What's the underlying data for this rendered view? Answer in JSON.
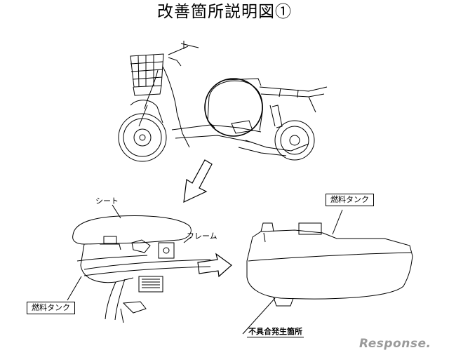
{
  "title": "改善箇所説明図①",
  "labels": {
    "seat": "シート",
    "frame": "フレーム",
    "fuel_tank_left": "燃料タンク",
    "fuel_tank_right": "燃料タンク",
    "defect_location": "不具合発生箇所"
  },
  "watermark": "Response."
}
